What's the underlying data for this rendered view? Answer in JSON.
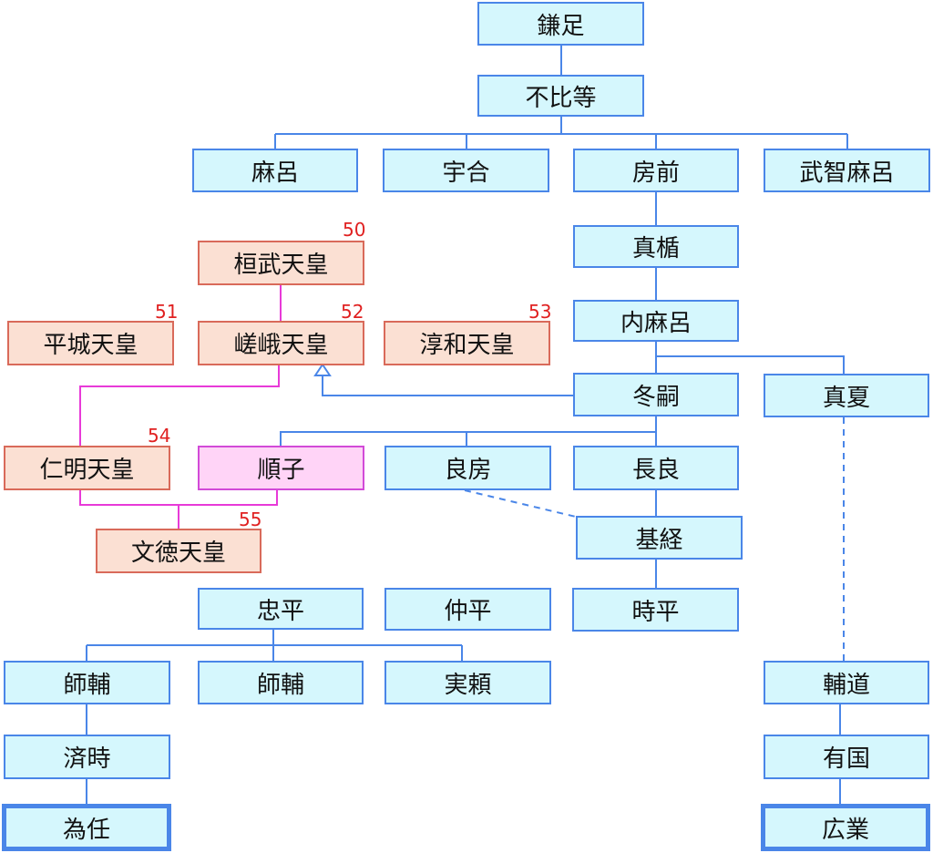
{
  "nodes": {
    "kamatari": "鎌足",
    "fuhito": "不比等",
    "maro": "麻呂",
    "umakai": "宇合",
    "fusasaki": "房前",
    "muchimaro": "武智麻呂",
    "matate": "真楯",
    "uchimaro": "内麻呂",
    "fuyutsugu": "冬嗣",
    "manatsu": "真夏",
    "kanmu": "桓武天皇",
    "heizei": "平城天皇",
    "saga": "嵯峨天皇",
    "junna": "淳和天皇",
    "ninmyo": "仁明天皇",
    "junshi": "順子",
    "yoshifusa": "良房",
    "nagara": "長良",
    "montoku": "文徳天皇",
    "mototsune": "基経",
    "tadahira": "忠平",
    "nakahira": "仲平",
    "tokihira": "時平",
    "morosuke1": "師輔",
    "morosuke2": "師輔",
    "saneyori": "実頼",
    "sukemichi": "輔道",
    "naritoki": "済時",
    "arikuni": "有国",
    "tameto": "為任",
    "hironari": "広業"
  },
  "emperor_numbers": {
    "kanmu": "50",
    "heizei": "51",
    "saga": "52",
    "junna": "53",
    "ninmyo": "54",
    "montoku": "55"
  },
  "colors": {
    "person_fill": "#d5f7fd",
    "person_border": "#4a86e8",
    "emperor_fill": "#fbe0d3",
    "emperor_border": "#d96a5a",
    "consort_fill": "#ffd4f7",
    "consort_border": "#d24ad8",
    "imperial_line": "#e83ad8",
    "fujiwara_line": "#4a86e8",
    "reign_number": "#e02020"
  }
}
